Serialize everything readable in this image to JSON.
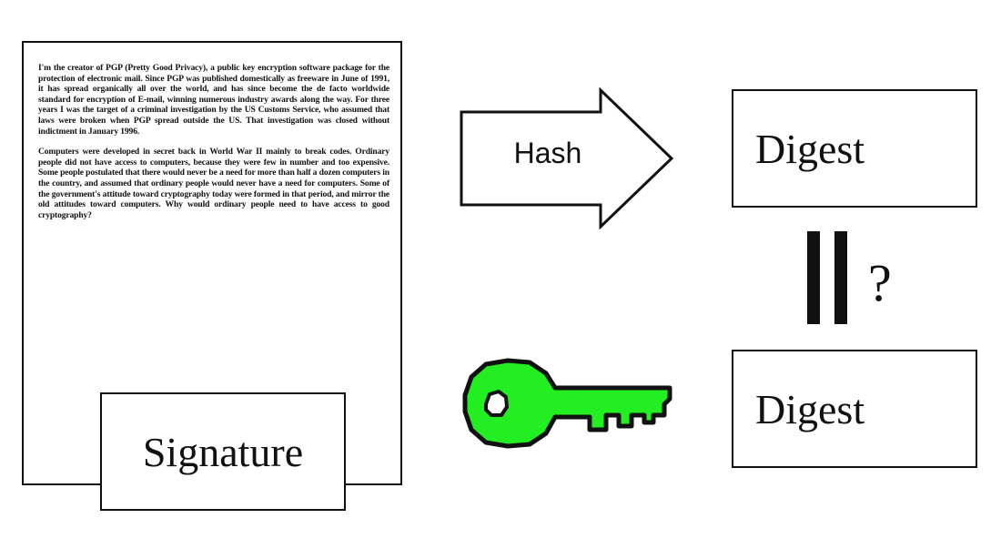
{
  "document": {
    "paragraphs": [
      "I'm the creator of PGP (Pretty Good Privacy), a public key encryption software package for the protection of electronic mail. Since PGP was published domestically as freeware in June of 1991, it has spread organically all over the world, and has since become the de facto worldwide standard for encryption of E-mail, winning numerous industry awards along the way. For three years I was the target of a criminal investigation by the US Customs Service, who assumed that laws were broken when PGP spread outside the US. That investigation was closed without indictment in January 1996.",
      "Computers were developed in secret back in World War II mainly to break codes. Ordinary people did not have access to computers, because they were few in number and too expensive. Some people postulated that there would never be a need for more than half a dozen computers in the country, and assumed that ordinary people would never have a need for computers. Some of the government's attitude toward cryptography today were formed in that period, and mirror the old attitudes toward computers. Why would ordinary people need to have access to good cryptography?"
    ]
  },
  "labels": {
    "signature": "Signature",
    "hash": "Hash",
    "digest_top": "Digest",
    "digest_bottom": "Digest",
    "question": "?"
  },
  "icons": {
    "arrow": "right-arrow-icon",
    "key": "key-icon",
    "equals": "parallel-equals-icon"
  },
  "colors": {
    "key_fill": "#22ee22",
    "outline": "#111111"
  }
}
